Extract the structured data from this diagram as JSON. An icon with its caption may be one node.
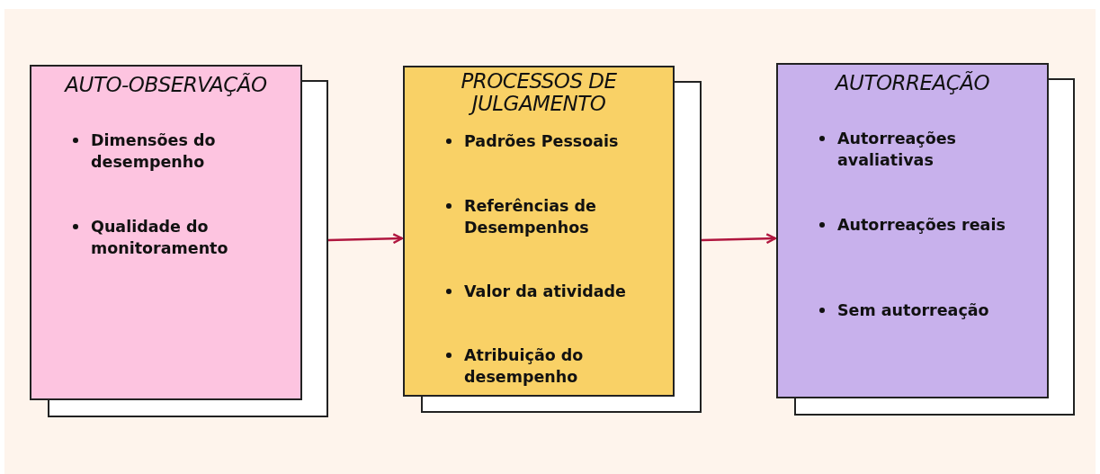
{
  "diagram": {
    "nodes": [
      {
        "text": [
          "AUTO-OBSERVAÇÃO",
          "Dimensões do desempenho",
          "Qualidade do monitoramento"
        ]
      },
      {
        "text": [
          "PROCESSOS DE JULGAMENTO",
          "Padrões Pessoais",
          "Referências de Desempenhos",
          "Valor da atividade",
          "Atribuição do desempenho"
        ]
      },
      {
        "text": [
          "AUTORREAÇÃO",
          "Autorreações avaliativas",
          "Autorreações reais",
          "Sem autorreação"
        ]
      }
    ],
    "edges": [
      {
        "from": 0,
        "to": 1,
        "arrow": "to"
      },
      {
        "from": 1,
        "to": 2,
        "arrow": "to"
      }
    ]
  }
}
